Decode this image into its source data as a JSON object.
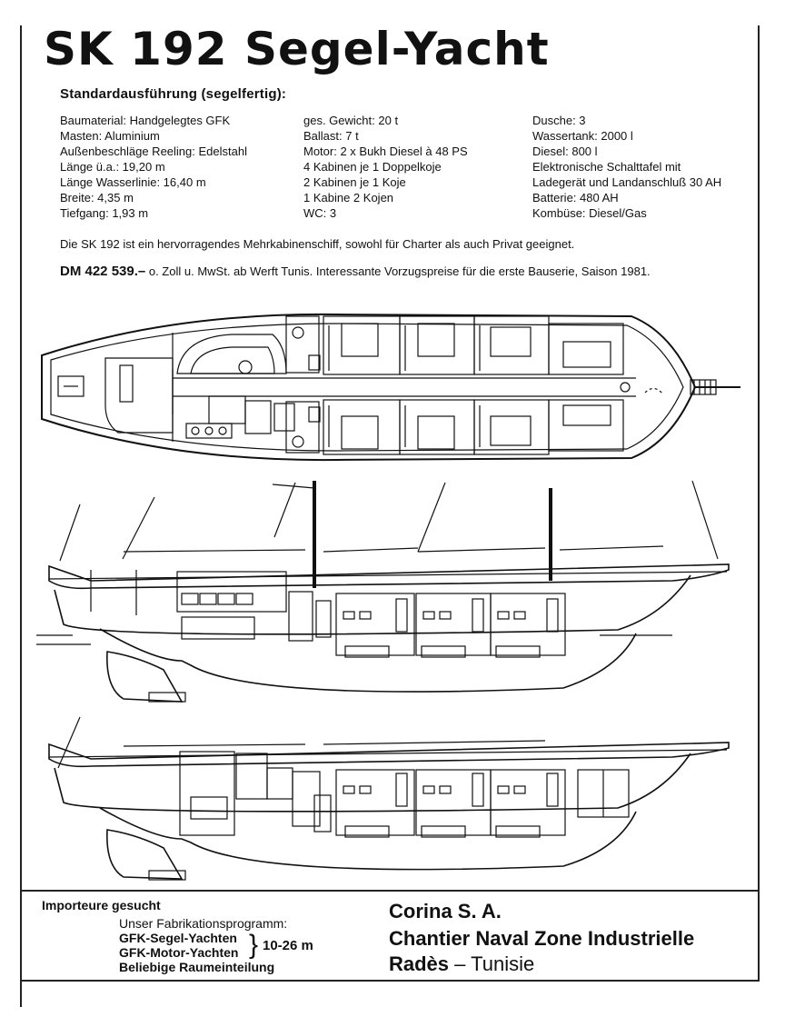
{
  "header": {
    "title": "SK 192 Segel-Yacht",
    "subtitle": "Standardausführung (segelfertig):"
  },
  "specs": {
    "col1": [
      "Baumaterial: Handgelegtes GFK",
      "Masten: Aluminium",
      "Außenbeschläge Reeling: Edelstahl",
      "Länge ü.a.: 19,20 m",
      "Länge Wasserlinie: 16,40 m",
      "Breite: 4,35 m",
      "Tiefgang: 1,93 m"
    ],
    "col2": [
      "ges. Gewicht: 20 t",
      "Ballast: 7 t",
      "Motor: 2 x Bukh Diesel à 48 PS",
      "4 Kabinen je 1 Doppelkoje",
      "2 Kabinen je 1 Koje",
      "1 Kabine 2 Kojen",
      "WC: 3"
    ],
    "col3": [
      "Dusche: 3",
      "Wassertank: 2000 l",
      "Diesel: 800 l",
      "Elektronische Schalttafel mit",
      "Ladegerät und Landanschluß 30 AH",
      "Batterie: 480 AH",
      "Kombüse: Diesel/Gas"
    ]
  },
  "description": "Die SK 192 ist ein hervorragendes Mehrkabinenschiff, sowohl für Charter als auch Privat geeignet.",
  "price": {
    "amount": "DM 422 539.–",
    "text": " o. Zoll u. MwSt. ab Werft Tunis. Interessante Vorzugspreise für die erste Bauserie, Saison 1981."
  },
  "footer": {
    "importers": "Importeure gesucht",
    "program_title": "Unser Fabrikationsprogramm:",
    "program_items": [
      "GFK-Segel-Yachten",
      "GFK-Motor-Yachten",
      "Beliebige Raumeinteilung"
    ],
    "range": "10-26 m",
    "company_name": "Corina S. A.",
    "company_line2": "Chantier Naval Zone Industrielle",
    "company_city": "Radès",
    "company_sep": " – ",
    "company_country": "Tunisie"
  }
}
